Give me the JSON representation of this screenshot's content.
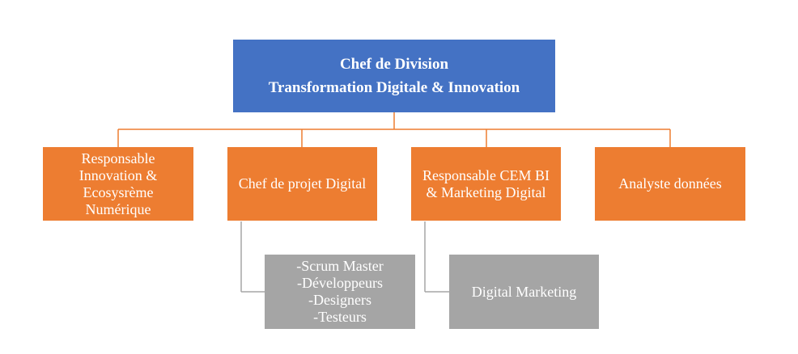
{
  "root": {
    "line1": "Chef de Division",
    "line2": "Transformation Digitale & Innovation"
  },
  "roles": [
    {
      "lines": [
        "Responsable",
        "Innovation &",
        "Ecosysrème",
        "Numérique"
      ]
    },
    {
      "lines": [
        "Chef de projet Digital"
      ]
    },
    {
      "lines": [
        "Responsable CEM BI",
        "& Marketing Digital"
      ]
    },
    {
      "lines": [
        "Analyste données"
      ]
    }
  ],
  "teams": [
    {
      "lines": [
        "-Scrum Master",
        "-Développeurs",
        "-Designers",
        "-Testeurs"
      ]
    },
    {
      "lines": [
        "Digital Marketing"
      ]
    }
  ],
  "colors": {
    "root_fill": "#4472C4",
    "role_fill": "#ED7D31",
    "team_fill": "#A5A5A5",
    "connector": "#ED7D31"
  }
}
